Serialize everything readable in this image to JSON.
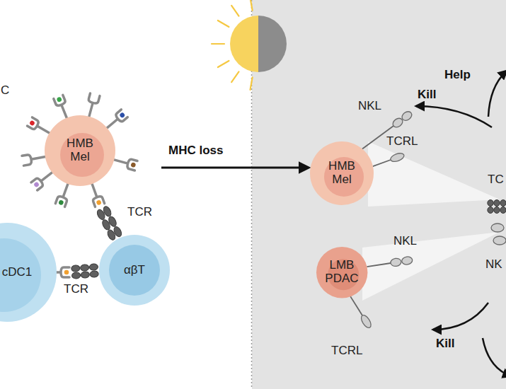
{
  "diagram": {
    "nodes": [
      {
        "text": [
          "HMB Mel"
        ]
      },
      {
        "text": [
          "cDC1"
        ]
      },
      {
        "text": [
          "αβT"
        ]
      },
      {
        "text": [
          "HMB Mel"
        ]
      },
      {
        "text": [
          "LMB PDAC"
        ]
      }
    ],
    "labels": [
      "C",
      "Help",
      "Kill",
      "NKL",
      "TCRL",
      "MHC loss",
      "TCR",
      "TC",
      "NK",
      "NKL",
      "TCR",
      "TCRL",
      "Kill"
    ]
  }
}
